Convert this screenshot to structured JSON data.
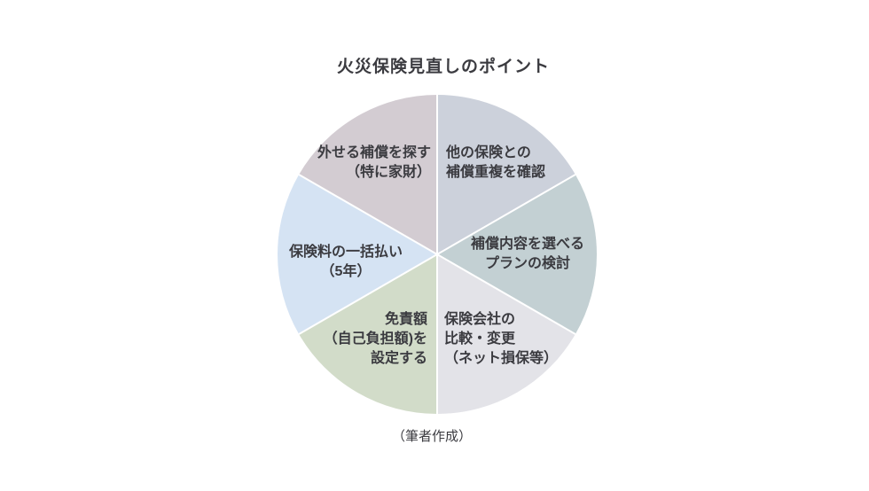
{
  "chart_data": {
    "type": "pie",
    "title": "火災保険見直しのポイント",
    "note": "（筆者作成）",
    "legend": "none",
    "start_angle_deg": 0,
    "direction": "clockwise",
    "divider_color": "#ffffff",
    "text_color": "#3b3b40",
    "slices": [
      {
        "label": "他の保険との補償重複を確認",
        "label_lines": [
          "他の保険との",
          "補償重複を確認"
        ],
        "value": 1,
        "color": "#ccd1db"
      },
      {
        "label": "補償内容を選べるプランの検討",
        "label_lines": [
          "補償内容を選べる",
          "プランの検討"
        ],
        "value": 1,
        "color": "#c3d0d3"
      },
      {
        "label": "保険会社の比較・変更（ネット損保等）",
        "label_lines": [
          "保険会社の",
          "比較・変更",
          "（ネット損保等）"
        ],
        "value": 1,
        "color": "#e3e3e8"
      },
      {
        "label": "免責額（自己負担額)を設定する",
        "label_lines": [
          "免責額",
          "（自己負担額)を",
          "設定する"
        ],
        "value": 1,
        "color": "#d2dcc9"
      },
      {
        "label": "保険料の一括払い（5年）",
        "label_lines": [
          "保険料の一括払い",
          "（5年）"
        ],
        "value": 1,
        "color": "#d5e3f3"
      },
      {
        "label": "外せる補償を探す（特に家財）",
        "label_lines": [
          "外せる補償を探す",
          "（特に家財）"
        ],
        "value": 1,
        "color": "#d3ccd2"
      }
    ]
  }
}
